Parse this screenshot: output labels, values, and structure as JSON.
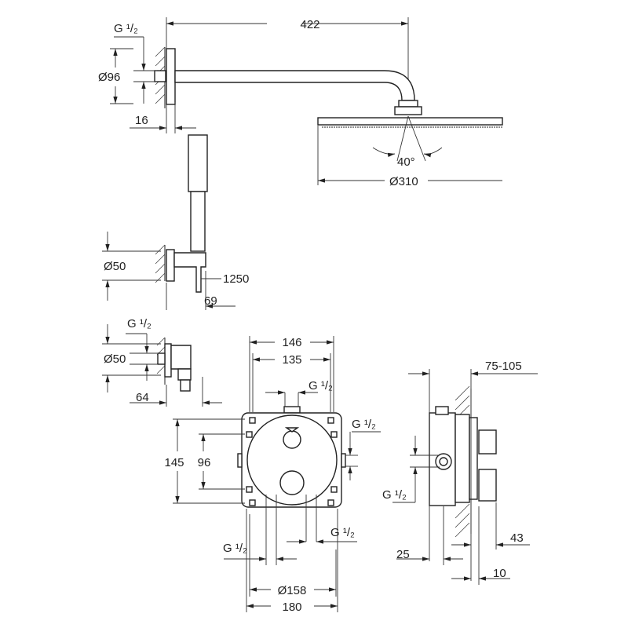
{
  "title_block": null,
  "labels": {
    "arm_length": "422",
    "thread_top": "G ¹/₂",
    "rosette_diameter": "Ø96",
    "wall_offset": "16",
    "spray_angle": "40°",
    "head_diameter": "Ø310",
    "holder_diameter": "Ø50",
    "hose_length": "1250",
    "holder_depth": "69",
    "thread_elbow": "G ¹/₂",
    "elbow_diameter": "Ø50",
    "elbow_depth": "64",
    "box_width_outer": "146",
    "box_width_inner": "135",
    "thread_box_top": "G ¹/₂",
    "thread_box_right": "G ¹/₂",
    "box_height": "145",
    "box_hole_spacing": "96",
    "thread_box_bottom_right": "G ¹/₂",
    "thread_box_bottom_left": "G ¹/₂",
    "plate_diameter": "Ø158",
    "plate_width": "180",
    "install_depth": "75-105",
    "thread_side": "G ¹/₂",
    "side_25": "25",
    "side_43": "43",
    "side_10": "10"
  }
}
